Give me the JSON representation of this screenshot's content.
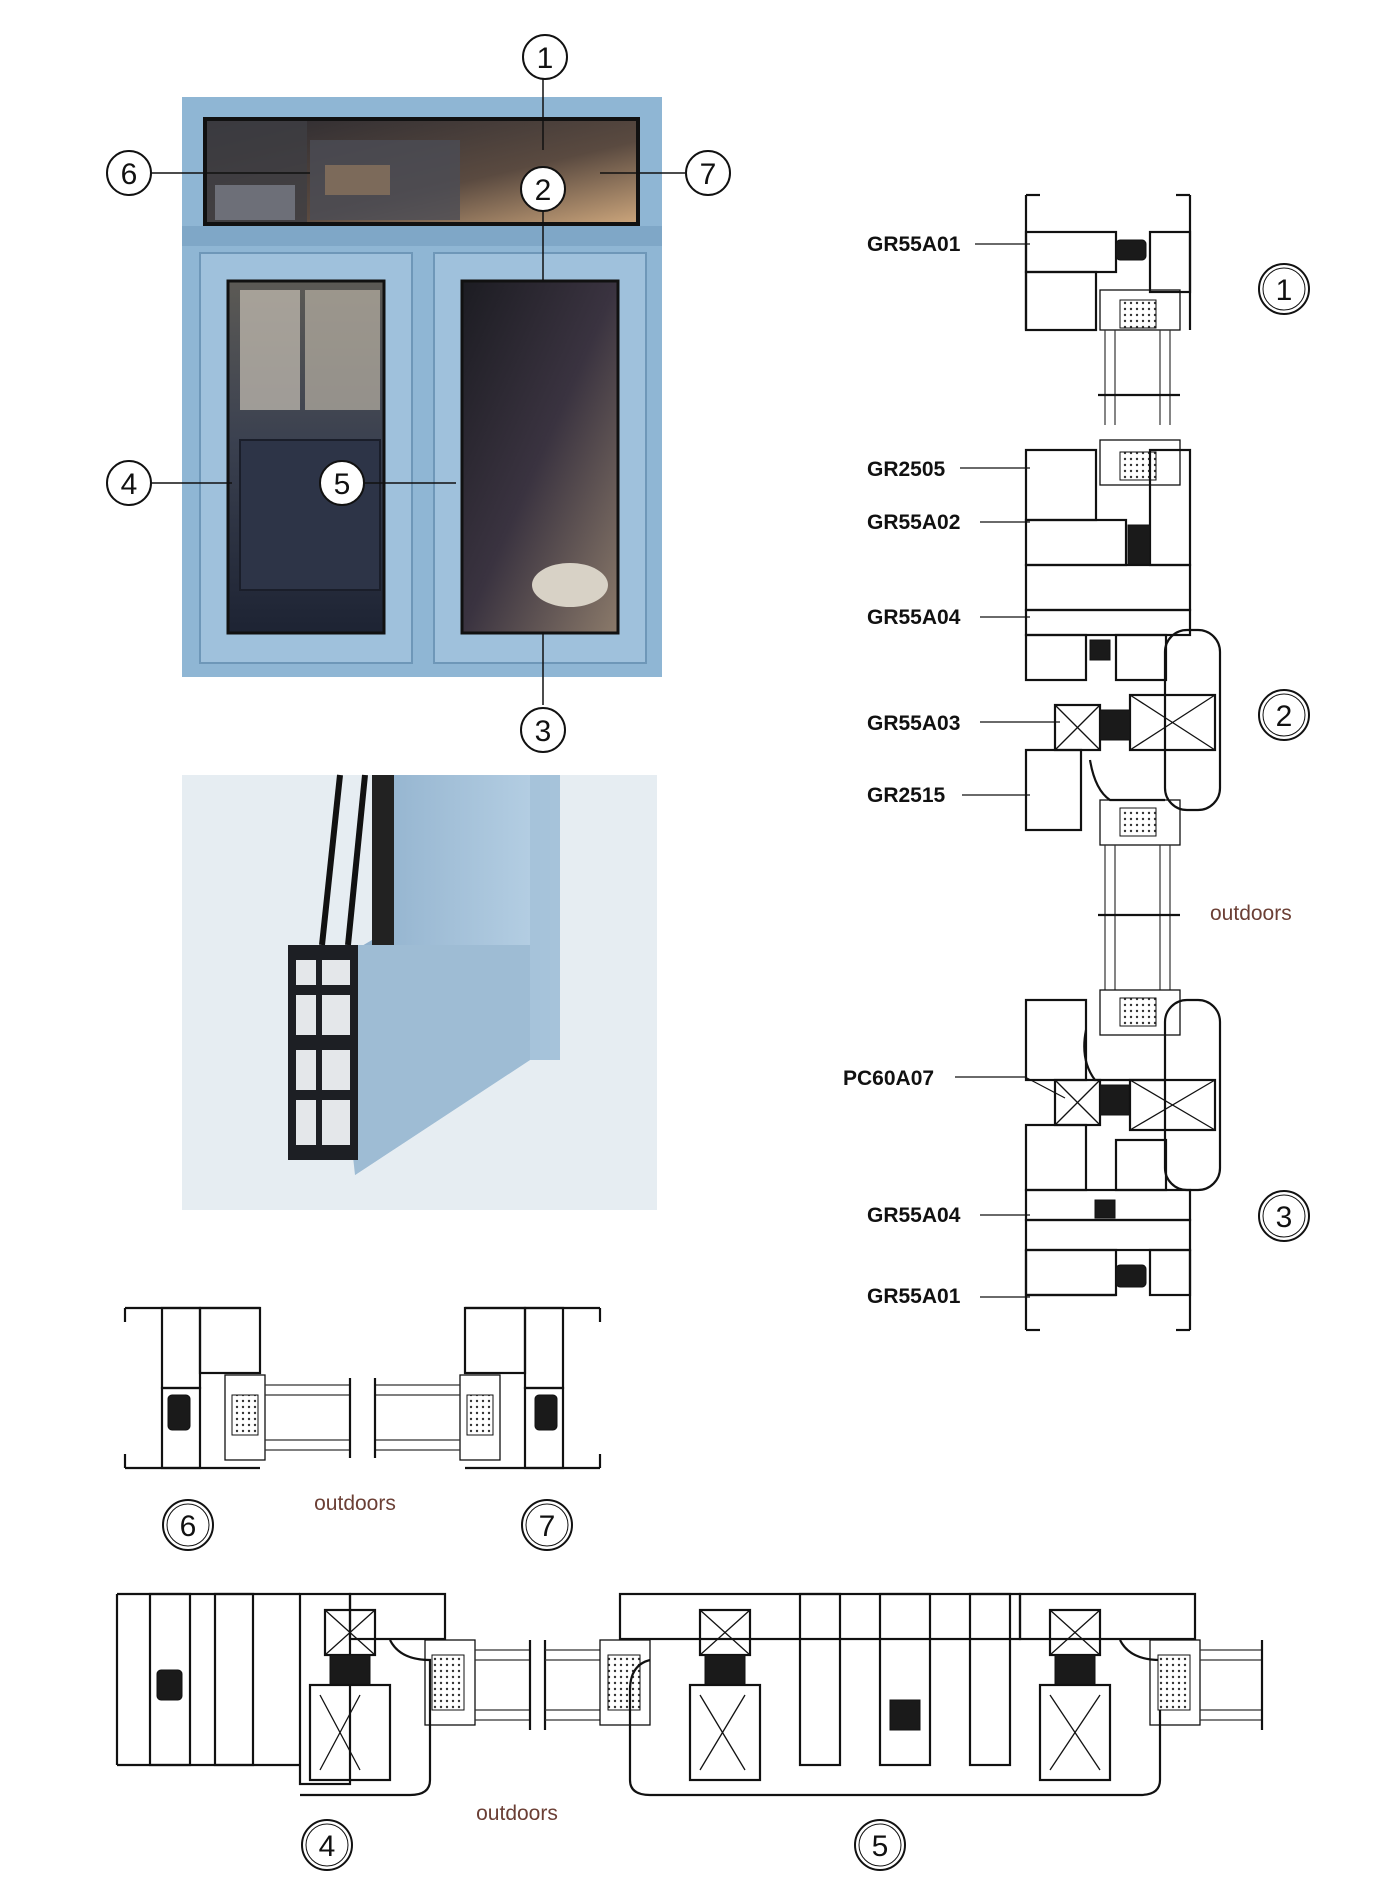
{
  "callouts": {
    "n1": "1",
    "n2": "2",
    "n3": "3",
    "n4": "4",
    "n5": "5",
    "n6": "6",
    "n7": "7"
  },
  "section_numbers": {
    "s1": "1",
    "s2": "2",
    "s3": "3",
    "s4": "4",
    "s5": "5",
    "s6": "6",
    "s7": "7"
  },
  "part_codes": {
    "top_frame": "GR55A01",
    "transom_bead": "GR2505",
    "transom": "GR55A02",
    "sash_frame_top": "GR55A04",
    "sash_adapter": "GR55A03",
    "sash": "GR2515",
    "sash_bottom": "PC60A07",
    "sash_frame_bottom": "GR55A04",
    "bottom_frame": "GR55A01"
  },
  "outdoors_labels": {
    "vertical": "outdoors",
    "transom_section": "outdoors",
    "horizontal": "outdoors"
  },
  "colors": {
    "frame_blue": "#8fb6d4",
    "frame_blue_dark": "#6e97b8",
    "outdoors_text": "#6b3f35",
    "line": "#111111",
    "photo_bg": "#e6edf2"
  }
}
